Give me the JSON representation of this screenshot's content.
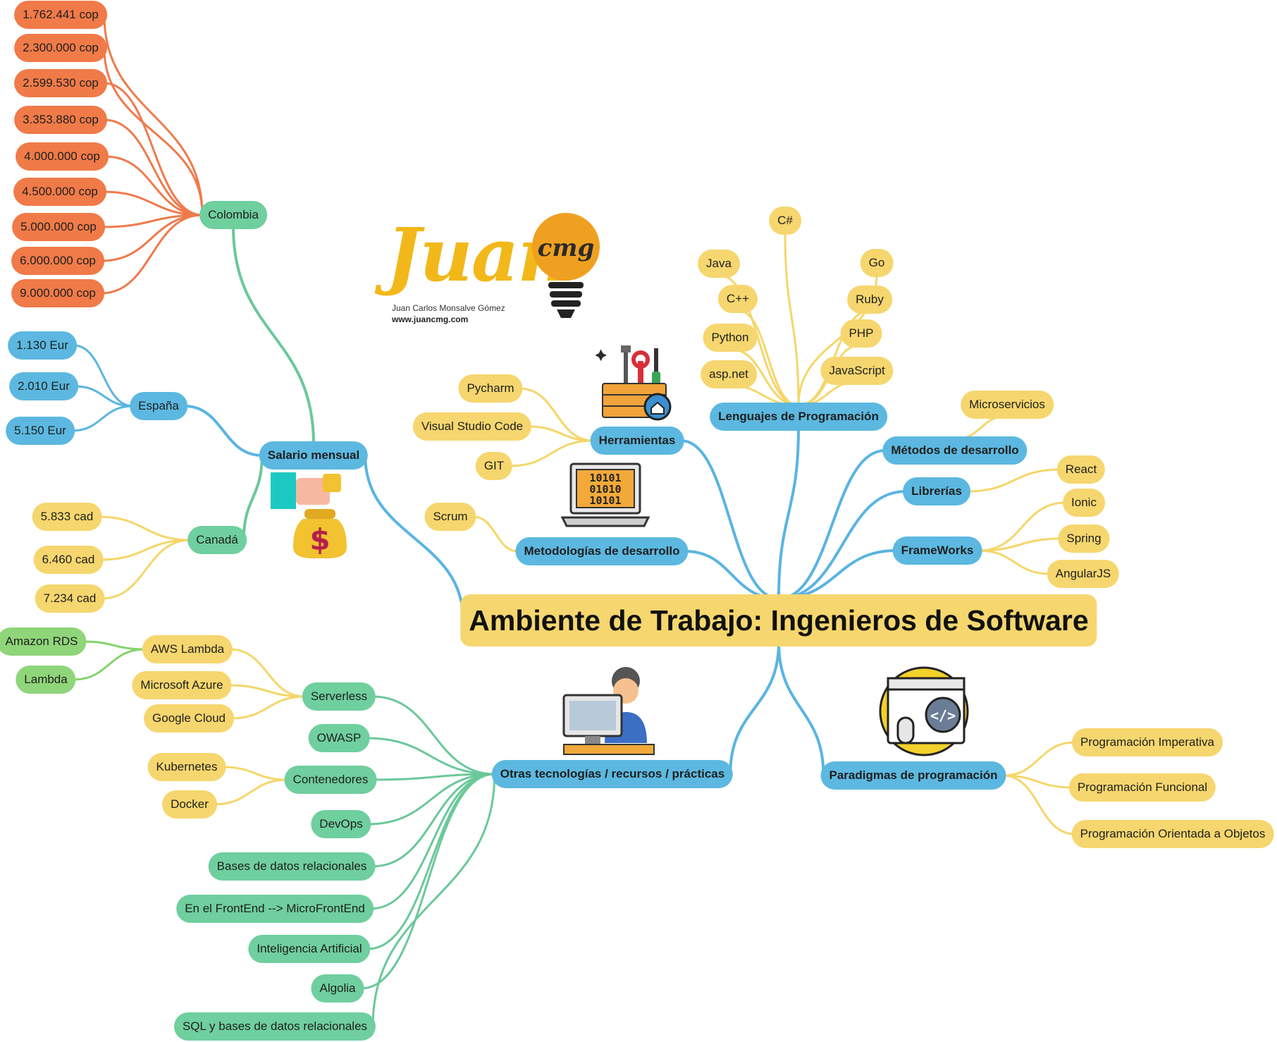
{
  "root": {
    "label": "Ambiente de Trabajo: Ingenieros de Software"
  },
  "logo": {
    "wordmark": "Juan",
    "bulb_text": "cmg",
    "author": "Juan Carlos Monsalve Gómez",
    "site": "www.juancmg.com"
  },
  "colors": {
    "yellow": "#f6d66e",
    "blue": "#5cb8e0",
    "green": "#6fcf9e",
    "orange": "#f07a48",
    "lightgreen": "#8fd57a",
    "line_yellow": "#f5d66a",
    "line_blue": "#5ab4e2",
    "line_green": "#6bc89a",
    "line_orange": "#ef7a4c",
    "line_lightgreen": "#86d36c"
  },
  "branches": {
    "salario": {
      "label": "Salario mensual",
      "icon": "money-bag-icon",
      "colombia": {
        "label": "Colombia",
        "items": [
          "1.762.441 cop",
          "2.300.000 cop",
          "2.599.530 cop",
          "3.353.880 cop",
          "4.000.000 cop",
          "4.500.000 cop",
          "5.000.000 cop",
          "6.000.000 cop",
          "9.000.000 cop"
        ]
      },
      "espana": {
        "label": "España",
        "items": [
          "1.130 Eur",
          "2.010 Eur",
          "5.150 Eur"
        ]
      },
      "canada": {
        "label": "Canadá",
        "items": [
          "5.833 cad",
          "6.460 cad",
          "7.234 cad"
        ]
      }
    },
    "herramientas": {
      "label": "Herramientas",
      "icon": "toolbox-icon",
      "items": [
        "Pycharm",
        "Visual Studio Code",
        "GIT"
      ]
    },
    "metodologias": {
      "label": "Metodologías de desarrollo",
      "icon": "binary-laptop-icon",
      "items": [
        "Scrum"
      ]
    },
    "lenguajes": {
      "label": "Lenguajes de Programación",
      "items": [
        "C#",
        "Java",
        "C++",
        "Python",
        "asp.net",
        "Go",
        "Ruby",
        "PHP",
        "JavaScript"
      ]
    },
    "metodos": {
      "label": "Métodos de desarrollo",
      "items": [
        "Microservicios"
      ]
    },
    "librerias": {
      "label": "Librerías",
      "items": [
        "React"
      ]
    },
    "frameworks": {
      "label": "FrameWorks",
      "items": [
        "Ionic",
        "Spring",
        "AngularJS"
      ]
    },
    "paradigmas": {
      "label": "Paradigmas de programación",
      "icon": "code-window-icon",
      "items": [
        "Programación Imperativa",
        "Programación Funcional",
        "Programación Orientada a Objetos"
      ]
    },
    "otras": {
      "label": "Otras tecnologías / recursos / prácticas",
      "icon": "developer-icon",
      "serverless": {
        "label": "Serverless",
        "aws": {
          "label": "AWS Lambda",
          "items": [
            "Amazon RDS",
            "Lambda"
          ]
        },
        "items": [
          "Microsoft Azure",
          "Google Cloud"
        ]
      },
      "owasp": "OWASP",
      "contenedores": {
        "label": "Contenedores",
        "items": [
          "Kubernetes",
          "Docker"
        ]
      },
      "items": [
        "DevOps",
        "Bases de datos relacionales",
        "En el FrontEnd --> MicroFrontEnd",
        "Inteligencia Artificial",
        "Algolia",
        "SQL y bases de datos relacionales"
      ]
    }
  }
}
